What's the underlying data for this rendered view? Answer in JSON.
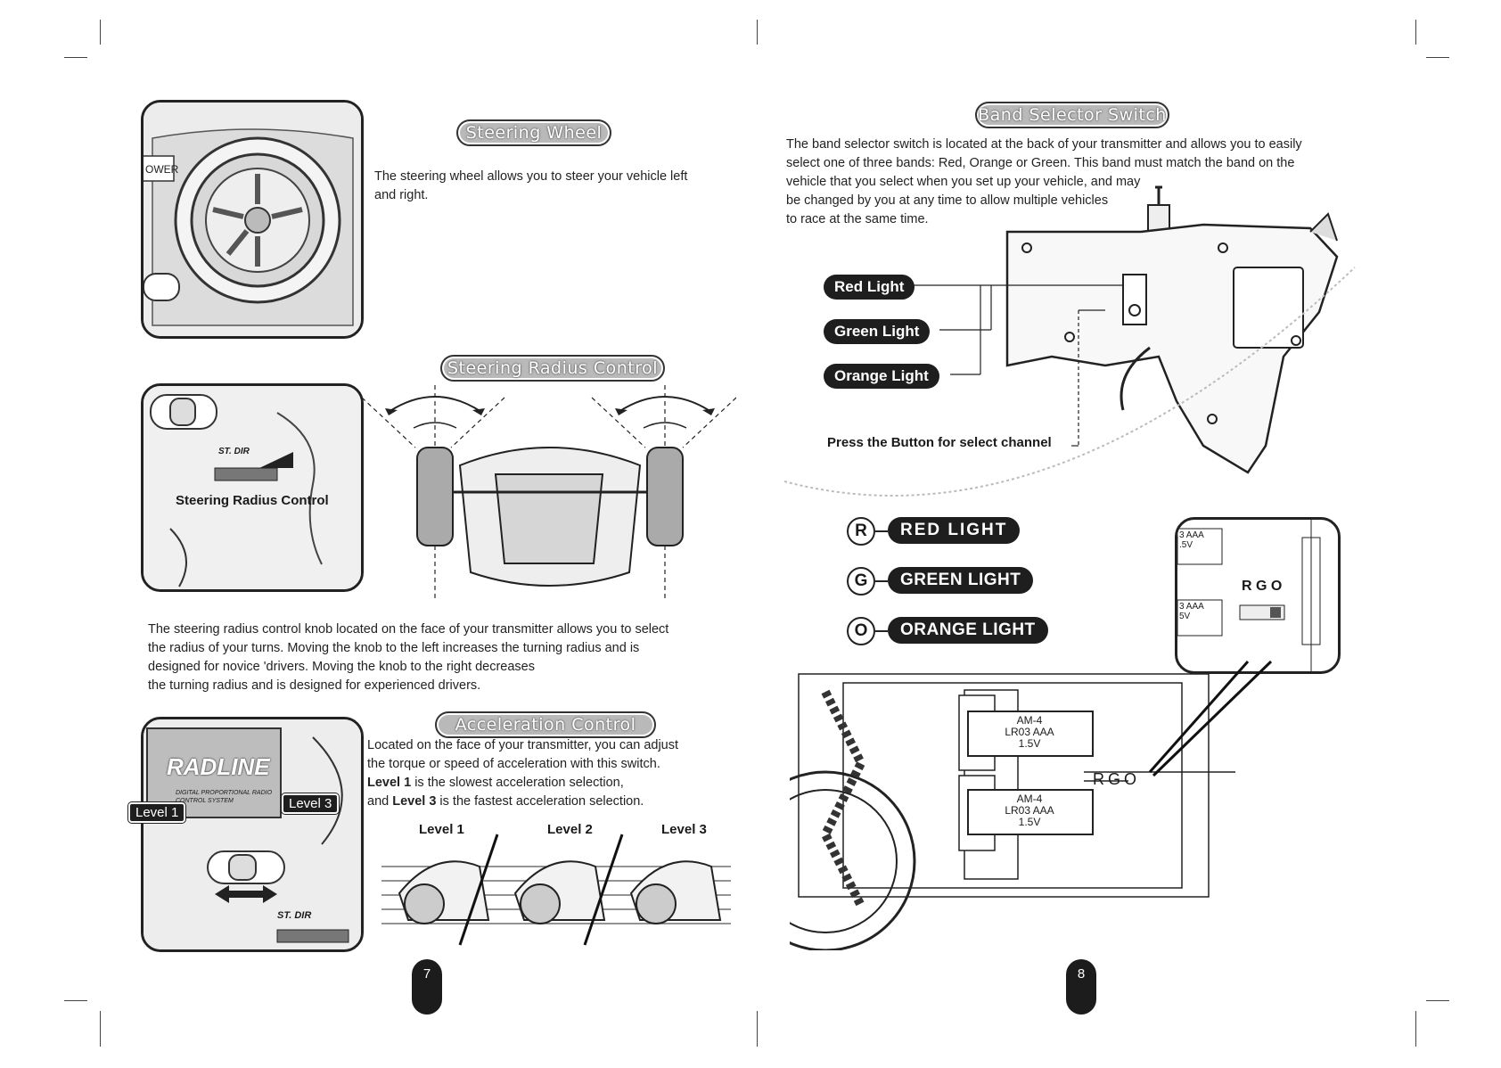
{
  "left_page": {
    "steering_wheel": {
      "heading": "Steering Wheel",
      "text": "The steering wheel allows you to steer your vehicle left and right.",
      "power_label": "OWER"
    },
    "steering_radius": {
      "heading": "Steering Radius Control",
      "inset_label": "Steering Radius Control",
      "st_dir": "ST. DIR",
      "text_lines": [
        "The steering radius control knob located on the face of your transmitter allows you to select",
        "the radius of your turns.  Moving the knob to the left increases the turning radius and is",
        "designed for novice 'drivers.  Moving the knob to the right decreases",
        "the turning radius and is designed for experienced drivers."
      ]
    },
    "acceleration": {
      "heading": "Acceleration Control",
      "line1": "Located on the face of your transmitter, you can adjust",
      "line2": "the torque or speed of acceleration with this switch.",
      "line3_bold": "Level 1",
      "line3_rest": " is the slowest acceleration selection,",
      "line4_pre": "and ",
      "line4_bold": "Level 3",
      "line4_rest": " is the fastest acceleration selection.",
      "levels": [
        "Level 1",
        "Level 2",
        "Level 3"
      ],
      "tag_level1": "Level 1",
      "tag_level3": "Level 3",
      "brand": "RADLINE",
      "brand_sub": "DIGITAL PROPORTIONAL RADIO CONTROL SYSTEM",
      "st_dir": "ST. DIR"
    },
    "page_number": "7"
  },
  "right_page": {
    "band_selector": {
      "heading": "Band Selector Switch",
      "text_lines": [
        "The band selector switch is located at the back of your transmitter and allows you to easily",
        "select one of three bands: Red, Orange or Green. This band must match the band on the",
        "vehicle that you select when you set up your vehicle, and may",
        "be changed by you at any time to allow multiple vehicles",
        "to race at the same time."
      ],
      "lights": [
        "Red Light",
        "Green Light",
        "Orange Light"
      ],
      "press_label": "Press the Button for select channel"
    },
    "band_legend": [
      {
        "letter": "R",
        "label": "RED LIGHT"
      },
      {
        "letter": "G",
        "label": "GREEN LIGHT"
      },
      {
        "letter": "O",
        "label": "ORANGE LIGHT"
      }
    ],
    "battery": {
      "rgo": "RGO",
      "rgo_inset": "R G O",
      "cell_model": "AM-4",
      "cell_type": "LR03 AAA",
      "cell_voltage": "1.5V",
      "inset_cell_top": "3 AAA",
      "inset_cell_top_v": ".5V",
      "inset_cell_bottom": "3 AAA",
      "inset_cell_bottom_v": "5V"
    },
    "page_number": "8"
  }
}
